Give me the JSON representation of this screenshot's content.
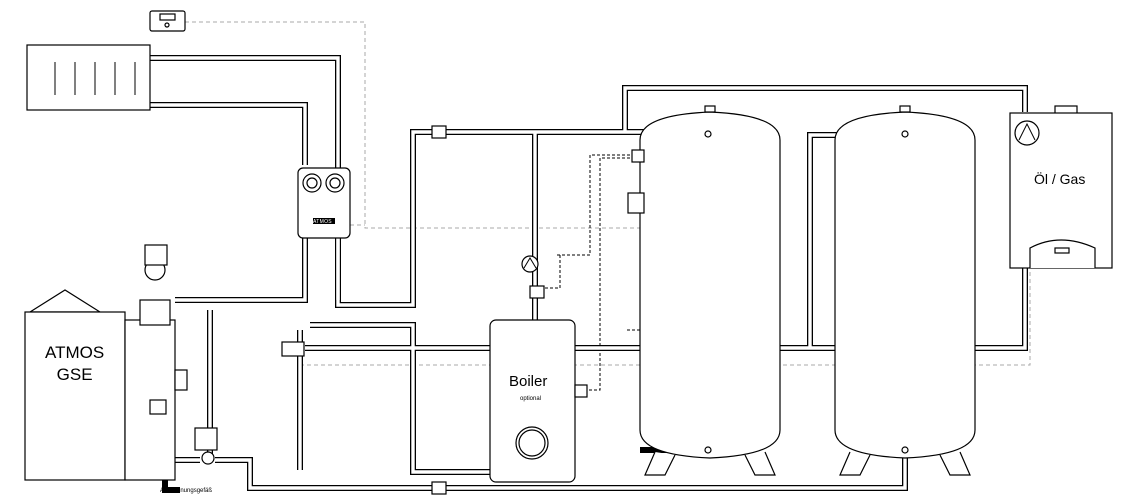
{
  "diagram": {
    "boiler_main": {
      "line1": "ATMOS",
      "line2": "GSE"
    },
    "hot_water_tank": {
      "label": "Boiler",
      "sublabel": "optional"
    },
    "backup_heater": {
      "label": "Öl / Gas"
    },
    "pump_group": {
      "badge": "ATMOS"
    },
    "expansion_vessel": {
      "label": "Ausdehnungsgefäß"
    }
  }
}
